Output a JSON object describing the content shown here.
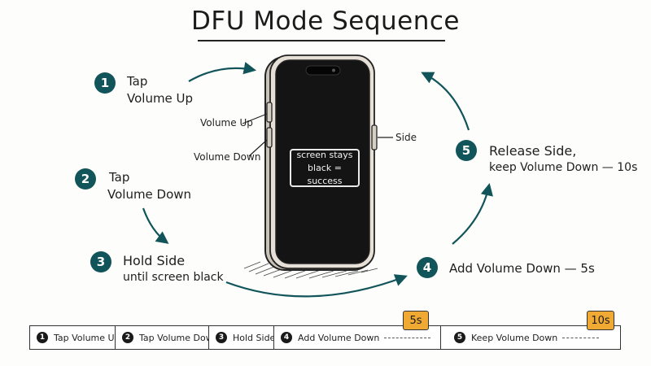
{
  "title": "DFU Mode Sequence",
  "colors": {
    "accent": "#11555a",
    "time_tag": "#f0aa33",
    "phone_screen": "#141414"
  },
  "steps": [
    {
      "number": "1",
      "line1": "Tap",
      "line2": "Volume Up"
    },
    {
      "number": "2",
      "line1": "Tap",
      "line2": "Volume Down"
    },
    {
      "number": "3",
      "line1": "Hold Side",
      "line2": "until screen black"
    },
    {
      "number": "4",
      "line1": "Add Volume Down — 5s"
    },
    {
      "number": "5",
      "line1": "Release Side,",
      "line2": "keep Volume Down — 10s"
    }
  ],
  "phone": {
    "volume_up_label": "Volume Up",
    "volume_down_label": "Volume Down",
    "side_label": "Side",
    "screen_note_line1": "screen stays",
    "screen_note_line2": "black = success"
  },
  "timeline": {
    "segments": [
      {
        "number": "1",
        "label": "Tap Volume Up"
      },
      {
        "number": "2",
        "label": "Tap Volume Down"
      },
      {
        "number": "3",
        "label": "Hold Side"
      },
      {
        "number": "4",
        "label": "Add Volume Down"
      },
      {
        "number": "5",
        "label": "Keep Volume Down"
      }
    ],
    "markers": [
      {
        "label": "5s"
      },
      {
        "label": "10s"
      }
    ]
  }
}
